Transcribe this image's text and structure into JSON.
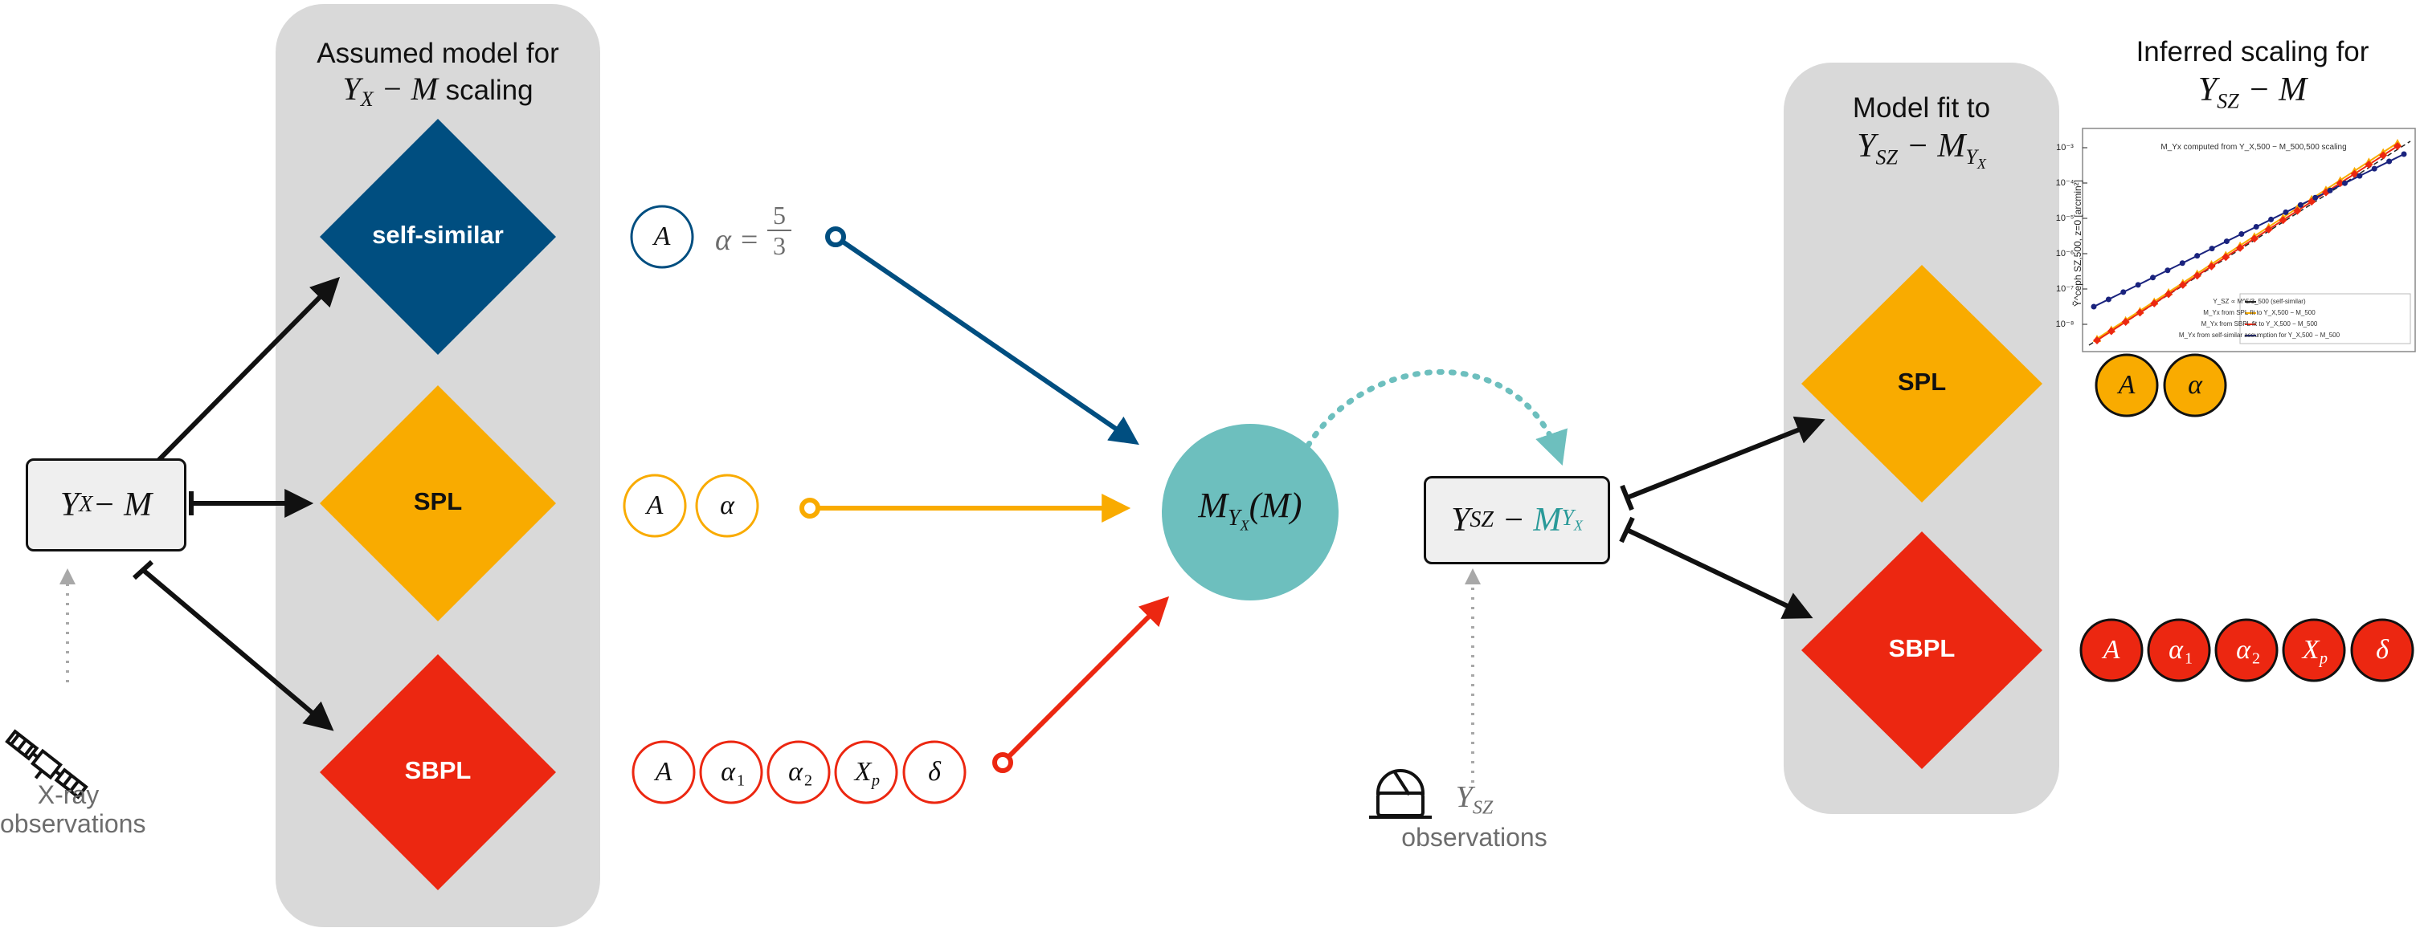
{
  "left_panel": {
    "title_line1": "Assumed model for",
    "title_line2_var": "Y",
    "title_line2_sub": "X",
    "title_line2_rest": " − M",
    "title_line2_word": " scaling"
  },
  "right_panel": {
    "title_line1": "Model fit to",
    "title_var": "Y",
    "title_sub": "SZ",
    "title_mid": " − M",
    "title_sub2": "Y",
    "title_sub3": "X"
  },
  "inferred": {
    "title_line1": "Inferred scaling for",
    "title_var": "Y",
    "title_sub": "SZ",
    "title_rest": " − M"
  },
  "models": {
    "self_similar": "self-similar",
    "spl": "SPL",
    "sbpl": "SBPL"
  },
  "colors": {
    "blue": "#004e80",
    "orange": "#f9ab00",
    "red": "#ec2711",
    "teal": "#6dbfbe",
    "panel": "#d9d9d9"
  },
  "yx_box": {
    "var": "Y",
    "sub": "X",
    "rest": " − M"
  },
  "ysz_box": {
    "var": "Y",
    "sub": "SZ",
    "mid": " − ",
    "teal_var": "M",
    "teal_sub": "Y",
    "teal_sub2": "X"
  },
  "center_node": {
    "var": "M",
    "sub": "Y",
    "sub2": "X",
    "rest": "(M)"
  },
  "params": {
    "blue_A": "A",
    "blue_alpha_eq": "α =",
    "blue_num": "5",
    "blue_den": "3",
    "orange": [
      "A",
      "α"
    ],
    "red": [
      "A",
      "α",
      "α",
      "X",
      "δ"
    ],
    "red_subs": [
      "",
      "1",
      "2",
      "p",
      ""
    ],
    "inferred_orange": [
      "A",
      "α"
    ],
    "inferred_red": [
      "A",
      "α",
      "α",
      "X",
      "δ"
    ],
    "inferred_red_subs": [
      "",
      "1",
      "2",
      "p",
      ""
    ]
  },
  "xray_label": {
    "line1": "X-ray",
    "line2": "observations"
  },
  "ysz_label": {
    "var": "Y",
    "sub": "SZ",
    "line2": "observations"
  },
  "icons": {
    "satellite": "satellite-icon",
    "telescope": "observatory-icon"
  },
  "mini_plot": {
    "title": "M_Yx computed from Y_X,500 − M_500,500 scaling",
    "ylabel": "Ỹ^ceph SZ,500, z=0 [arcmin²]",
    "yticks": [
      "10⁻³",
      "10⁻⁴",
      "10⁻⁵",
      "10⁻⁶",
      "10⁻⁷",
      "10⁻⁸"
    ],
    "legend": [
      "Y_SZ ∝ M^5/3_500 (self-similar)",
      "M_Yx from SPL fit to Y_X,500 − M_500",
      "M_Yx from SBPL fit to Y_X,500 − M_500",
      "M_Yx from self-similar assumption for Y_X,500 − M_500"
    ]
  }
}
